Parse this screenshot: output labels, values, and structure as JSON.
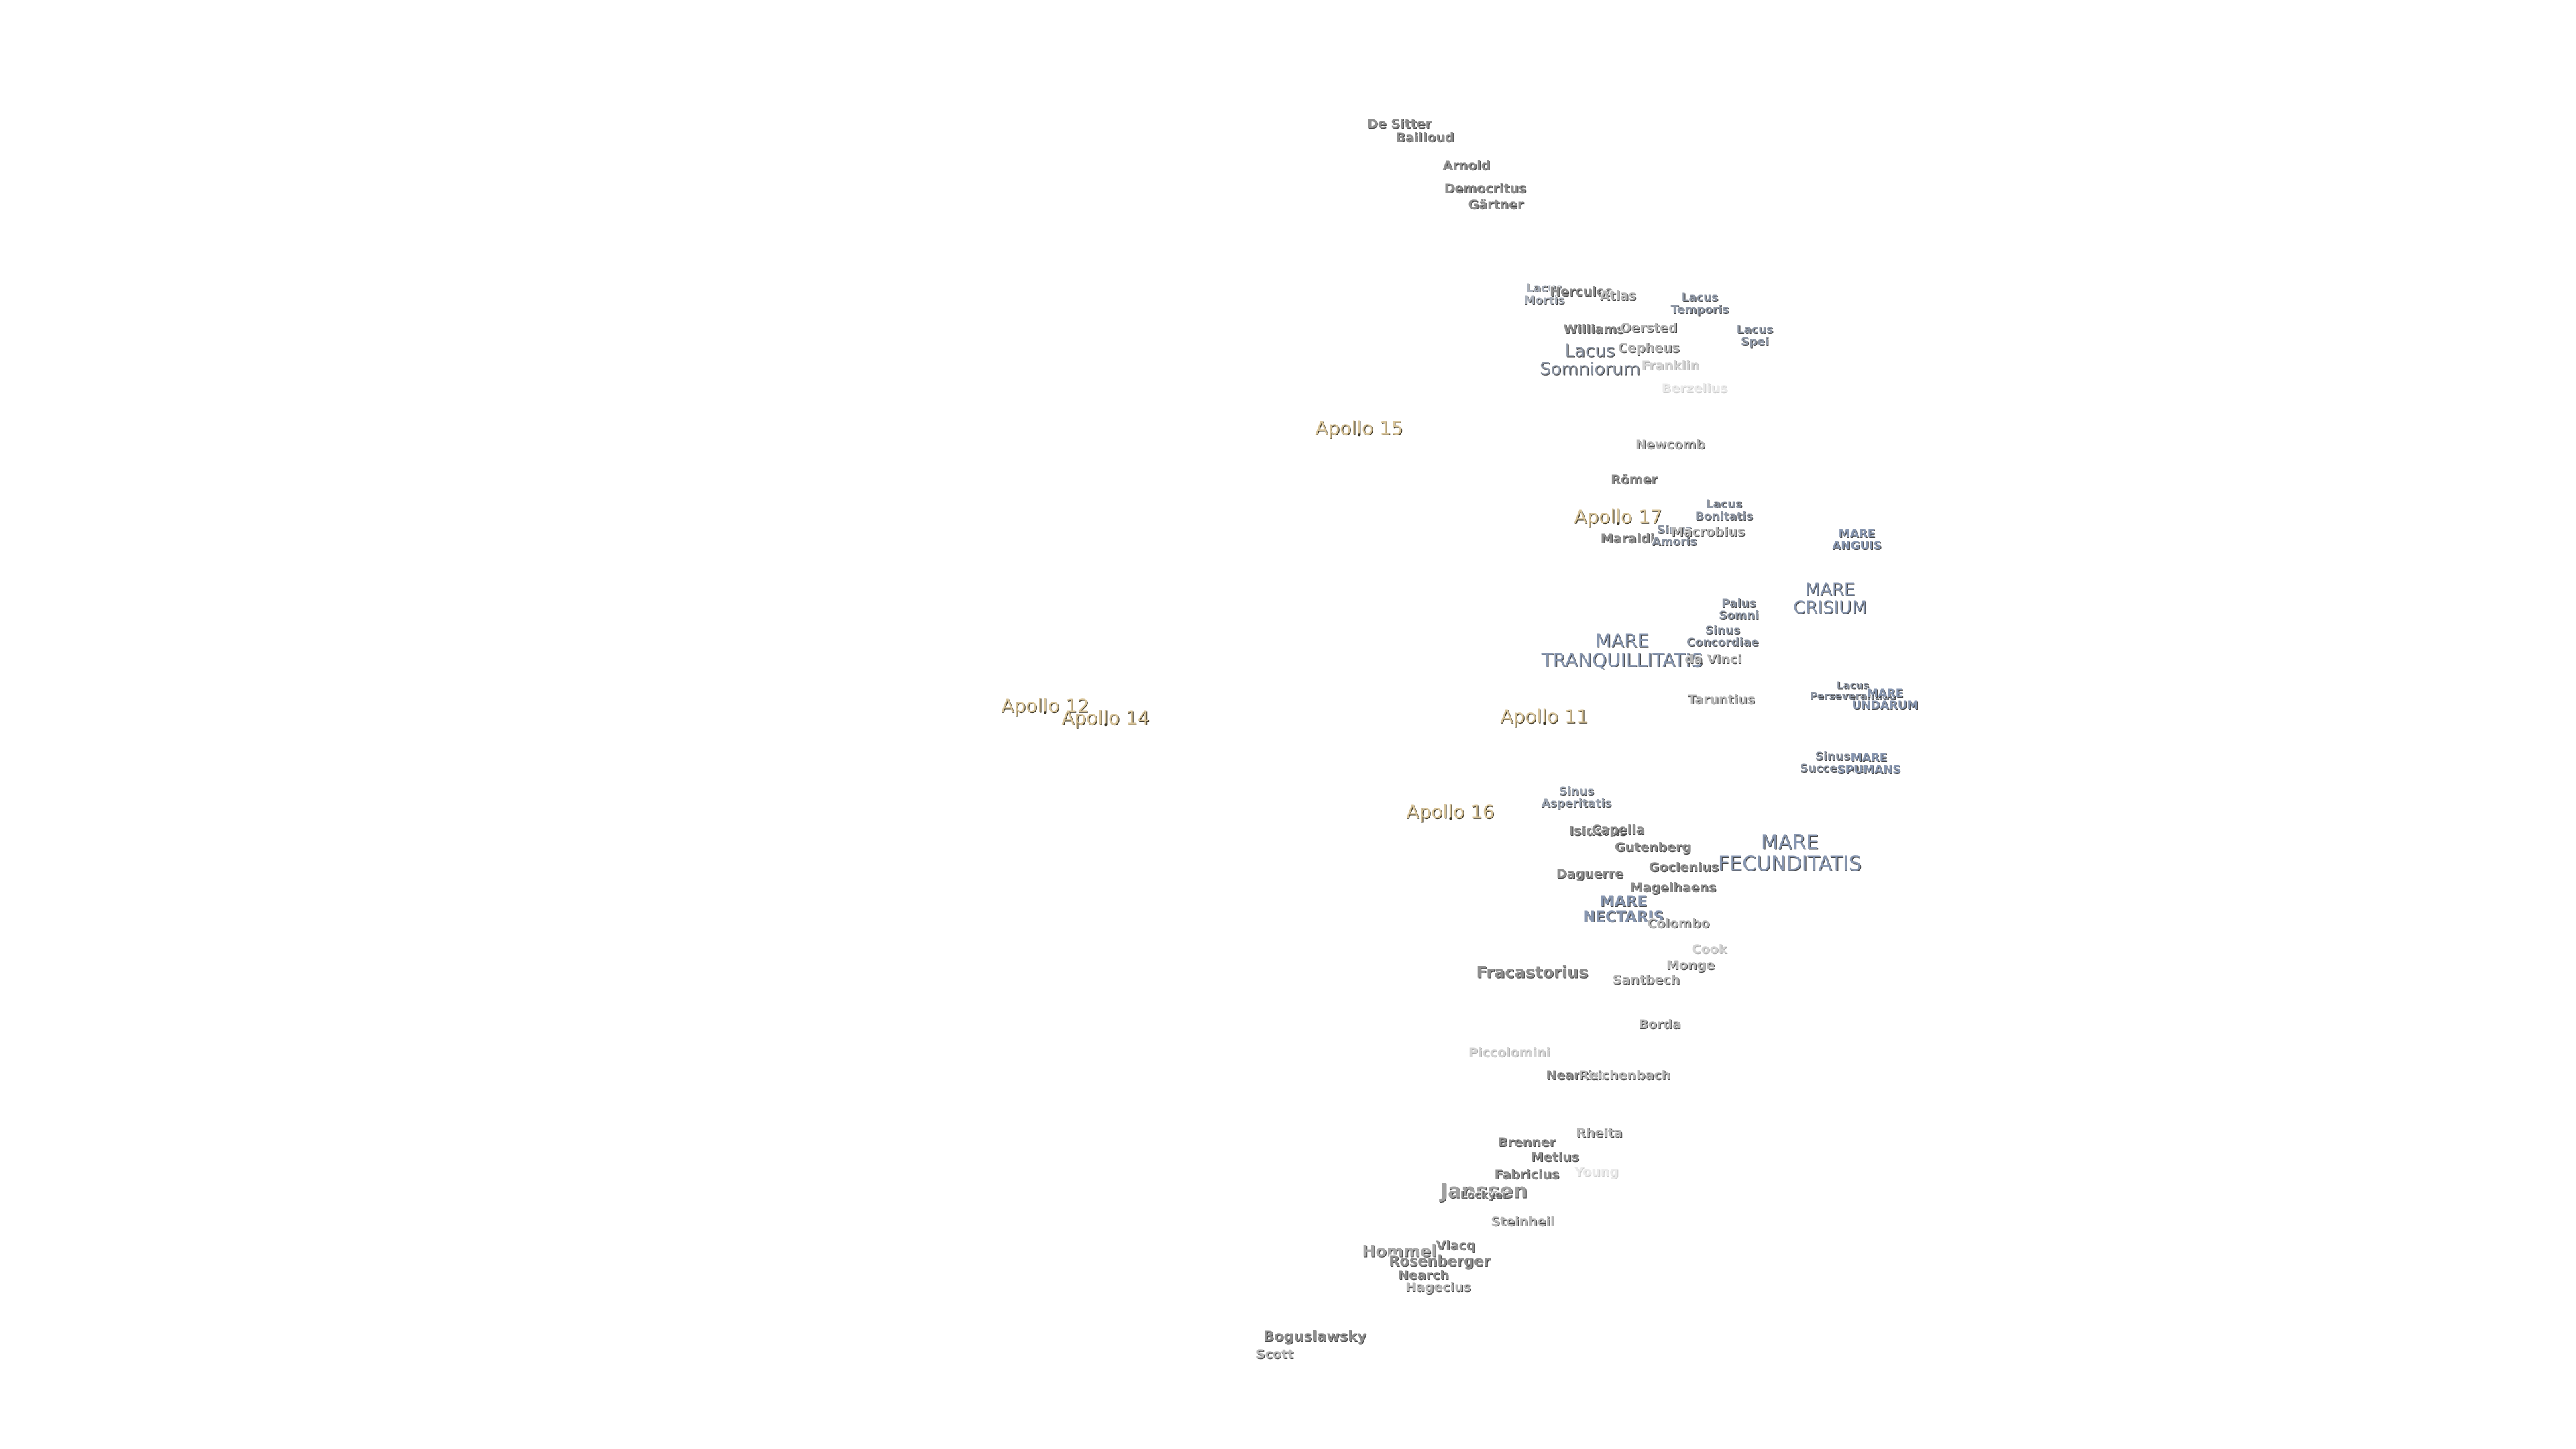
{
  "map": {
    "apollo": [
      "Apollo 15",
      "Apollo 17",
      "Apollo 12",
      "Apollo 14",
      "Apollo 11",
      "Apollo 16"
    ],
    "maria": [
      "MARE ANGUIS",
      "MARE CRISIUM",
      "MARE TRANQUILLITATIS",
      "MARE UNDARUM",
      "MARE SPUMANS",
      "MARE FECUNDITATIS",
      "MARE NECTARIS"
    ],
    "lakes": [
      "Lacus Mortis",
      "Lacus Temporis",
      "Lacus Spei",
      "Lacus Somniorum",
      "Lacus Bonitatis",
      "Sinus Amoris",
      "Palus Somni",
      "Sinus Concordiae",
      "Lacus Perseverantiae",
      "Sinus Successus",
      "Sinus Asperitatis"
    ],
    "craters": [
      "De Sitter",
      "Bailloud",
      "Arnold",
      "Democritus",
      "Gärtner",
      "Hercules",
      "Atlas",
      "Williams",
      "Oersted",
      "Cepheus",
      "Franklin",
      "Berzelius",
      "Newcomb",
      "Römer",
      "Maraldi",
      "Macrobius",
      "da Vinci",
      "Taruntius",
      "Isidorus",
      "Capella",
      "Gutenberg",
      "Goclenius",
      "Daguerre",
      "Magelhaens",
      "Colombo",
      "Cook",
      "Monge",
      "Fracastorius",
      "Santbech",
      "Borda",
      "Piccolomini",
      "Neander",
      "Reichenbach",
      "Rheita",
      "Brenner",
      "Metius",
      "Fabricius",
      "Young",
      "Janssen",
      "Lockyer",
      "Steinheil",
      "Hommel",
      "Vlacq",
      "Rosenberger",
      "Nearch",
      "Hagecius",
      "Boguslawsky",
      "Scott"
    ]
  }
}
